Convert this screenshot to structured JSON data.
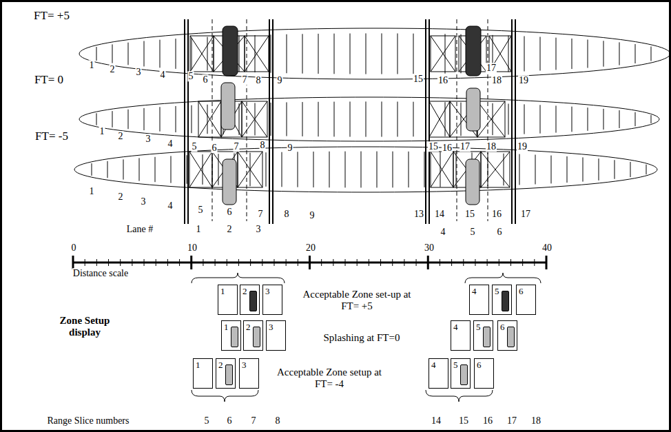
{
  "diagram": {
    "nodes": [
      {
        "text": [
          "1"
        ]
      },
      {
        "text": [
          "2"
        ]
      },
      {
        "text": [
          "3"
        ]
      },
      {
        "text": [
          "4"
        ]
      },
      {
        "text": [
          "5"
        ]
      },
      {
        "text": [
          "6"
        ]
      },
      {
        "text": [
          "1"
        ]
      },
      {
        "text": [
          "2"
        ]
      },
      {
        "text": [
          "3"
        ]
      },
      {
        "text": [
          "4"
        ]
      },
      {
        "text": [
          "5"
        ]
      },
      {
        "text": [
          "6"
        ]
      },
      {
        "text": [
          "1"
        ]
      },
      {
        "text": [
          "2"
        ]
      },
      {
        "text": [
          "3"
        ]
      },
      {
        "text": [
          "4"
        ]
      },
      {
        "text": [
          "5"
        ]
      },
      {
        "text": [
          "6"
        ]
      }
    ],
    "labels": [
      "FT= +5",
      "FT= 0",
      "FT= -5",
      "1",
      "2",
      "3",
      "4",
      "5",
      "6",
      "7",
      "8",
      "9",
      "15",
      "16",
      "17",
      "18",
      "19",
      "1",
      "2",
      "3",
      "4",
      "5",
      "6",
      "7",
      "8",
      "9",
      "15",
      "16",
      "17",
      "18",
      "19",
      "1",
      "2",
      "3",
      "4",
      "5",
      "6",
      "7",
      "8",
      "9",
      "13",
      "14",
      "15",
      "16",
      "17",
      "Lane #",
      "1",
      "2",
      "3",
      "4",
      "5",
      "6",
      "0",
      "10",
      "20",
      "30",
      "40",
      "Distance scale",
      "Zone Setup display",
      "Acceptable Zone set-up at FT= +5",
      "Splashing at FT=0",
      "Acceptable Zone setup at FT= -4",
      "Range Slice numbers",
      "5",
      "6",
      "7",
      "8",
      "14",
      "15",
      "16",
      "17",
      "18"
    ]
  }
}
